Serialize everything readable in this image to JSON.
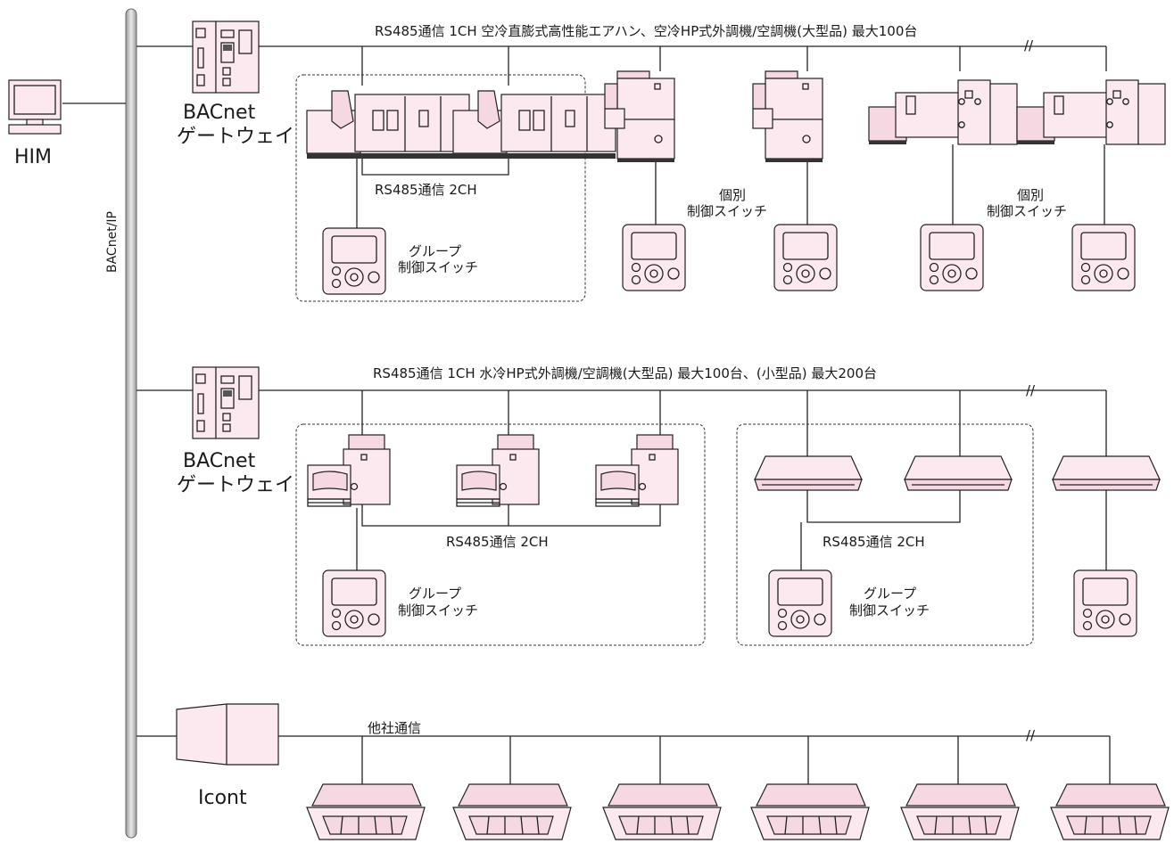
{
  "pc_label": "HIM",
  "backbone_label": "BACnet/IP",
  "gateway_line1": "BACnet",
  "gateway_line2": "ゲートウェイ",
  "iconv_label": "Icont",
  "bus1_label": "RS485通信 1CH 空冷直膨式高性能エアハン、空冷HP式外調機/空調機(大型品) 最大100台",
  "bus2_label": "RS485通信 1CH 水冷HP式外調機/空調機(大型品) 最大100台、(小型品) 最大200台",
  "bus3_label": "他社通信",
  "ch2_label": "RS485通信 2CH",
  "group_switch_line1": "グループ",
  "group_switch_line2": "制御スイッチ",
  "individual_switch_line1": "個別",
  "individual_switch_line2": "制御スイッチ",
  "colors": {
    "unit_fill": "#fbe9ef",
    "unit_shade": "#f6d8e2",
    "line": "#222222"
  }
}
